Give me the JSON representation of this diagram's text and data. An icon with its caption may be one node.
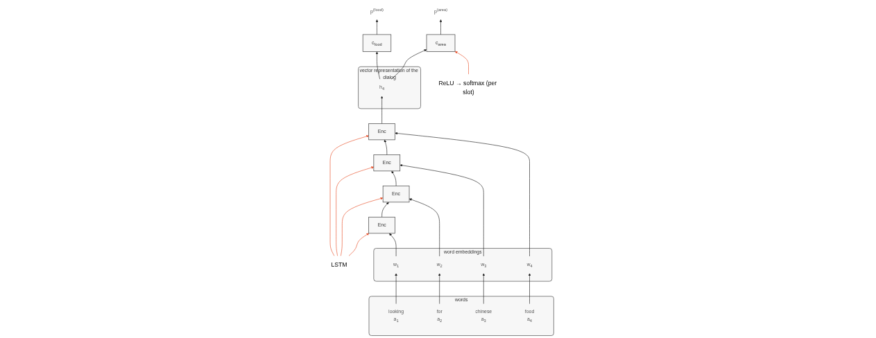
{
  "diagram": {
    "nodes": [
      {
        "text": [
          "LSTM"
        ]
      },
      {
        "text": [
          "Enc"
        ]
      },
      {
        "text": [
          "Enc"
        ]
      },
      {
        "text": [
          "Enc"
        ]
      },
      {
        "text": [
          "Enc"
        ]
      },
      {
        "text": [
          "vector representation of the dialog"
        ]
      },
      {
        "text": [
          "h$_{4}$"
        ],
        "in": 5
      },
      {
        "text": [
          "c$_{food}$"
        ]
      },
      {
        "text": [
          "c$_{area}$"
        ]
      },
      {
        "text": [
          "p$^{(food)}$"
        ]
      },
      {
        "text": [
          "p$^{(area)}$"
        ]
      },
      {
        "text": [
          "ReLU → softmax (per slot)"
        ]
      },
      {
        "text": [
          "word embeddings"
        ]
      },
      {
        "text": [
          "w$_{1}$"
        ],
        "in": 12
      },
      {
        "text": [
          "w$_{2}$"
        ],
        "in": 12
      },
      {
        "text": [
          "w$_{3}$"
        ],
        "in": 12
      },
      {
        "text": [
          "w$_{4}$"
        ],
        "in": 12
      },
      {
        "text": [
          "words"
        ]
      },
      {
        "text": [
          "looking"
        ],
        "in": 17,
        "beside": [
          "a$_{1}$"
        ]
      },
      {
        "text": [
          "for"
        ],
        "in": 17,
        "beside": [
          "a$_{2}$"
        ]
      },
      {
        "text": [
          "chinese"
        ],
        "in": 17,
        "beside": [
          "a$_{3}$"
        ]
      },
      {
        "text": [
          "food"
        ],
        "in": 17,
        "beside": [
          "a$_{4}$"
        ]
      }
    ],
    "edges": [
      {
        "from": 0,
        "to": 1,
        "arrow": "to",
        "color": "#e8502a"
      },
      {
        "from": 0,
        "to": 2,
        "arrow": "to",
        "color": "#e8502a"
      },
      {
        "from": 0,
        "to": 3,
        "arrow": "to",
        "color": "#e8502a"
      },
      {
        "from": 0,
        "to": 4,
        "arrow": "to",
        "color": "#e8502a"
      },
      {
        "from": 1,
        "to": 2,
        "arrow": "to"
      },
      {
        "from": 2,
        "to": 3,
        "arrow": "to"
      },
      {
        "from": 3,
        "to": 4,
        "arrow": "to"
      },
      {
        "from": 4,
        "to": 6,
        "arrow": "to"
      },
      {
        "from": 6,
        "to": 7,
        "arrow": "to"
      },
      {
        "from": 6,
        "to": 8,
        "arrow": "to"
      },
      {
        "from": 7,
        "to": 9,
        "arrow": "to"
      },
      {
        "from": 8,
        "to": 10,
        "arrow": "to"
      },
      {
        "from": 11,
        "to": 8,
        "arrow": "to",
        "color": "#e8502a"
      },
      {
        "from": 13,
        "to": 1,
        "arrow": "to"
      },
      {
        "from": 14,
        "to": 2,
        "arrow": "to"
      },
      {
        "from": 15,
        "to": 3,
        "arrow": "to"
      },
      {
        "from": 16,
        "to": 4,
        "arrow": "to"
      },
      {
        "from": 18,
        "to": 13,
        "arrow": "to"
      },
      {
        "from": 19,
        "to": 14,
        "arrow": "to"
      },
      {
        "from": 20,
        "to": 15,
        "arrow": "to"
      },
      {
        "from": 21,
        "to": 16,
        "arrow": "to"
      }
    ]
  }
}
